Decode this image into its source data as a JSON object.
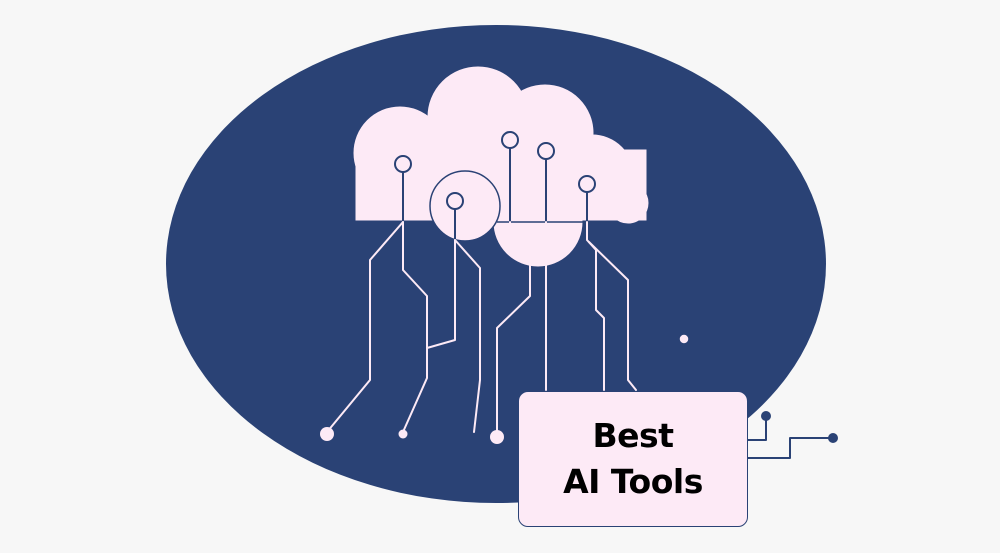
{
  "title": {
    "line1": "Best",
    "line2": "AI Tools"
  },
  "colors": {
    "background": "#f7f7f7",
    "ellipse": "#2a4275",
    "cloud": "#fdeaf6",
    "circuit": "#fdeaf6",
    "box_border": "#2a4275",
    "text": "#000000"
  },
  "icons": [
    "cloud-icon",
    "circuit-traces",
    "circuit-node"
  ]
}
